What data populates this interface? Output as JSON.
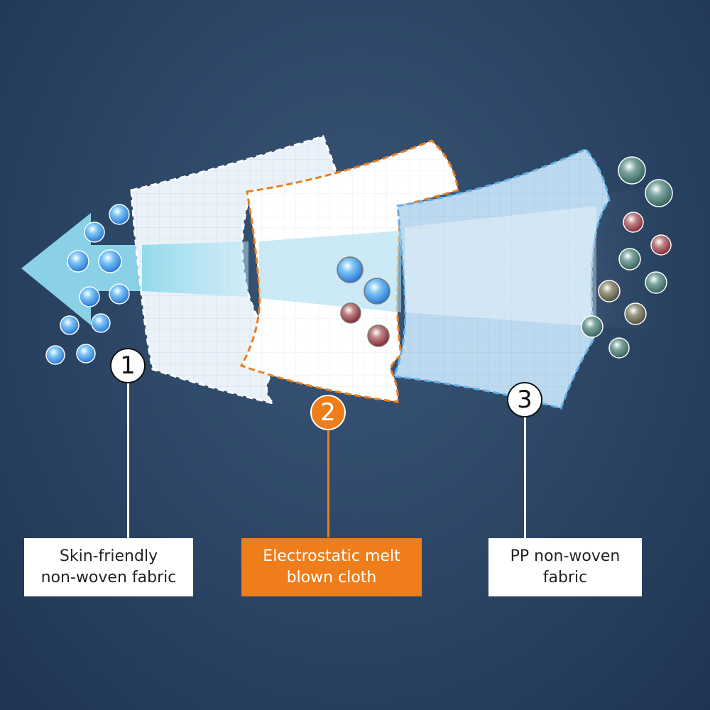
{
  "layers": [
    {
      "number": "1",
      "label": "Skin-friendly\nnon-woven fabric"
    },
    {
      "number": "2",
      "label": "Electrostatic melt\nblown cloth"
    },
    {
      "number": "3",
      "label": "PP non-woven\nfabric"
    }
  ]
}
